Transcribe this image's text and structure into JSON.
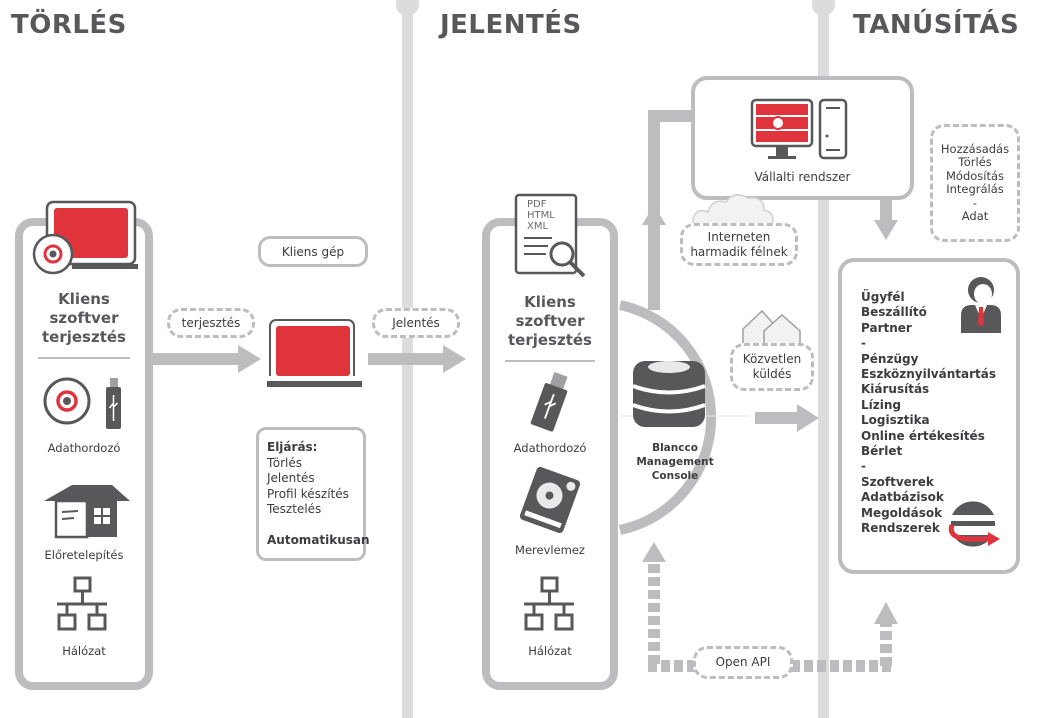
{
  "sections": {
    "torles": {
      "title": "TÖRLÉS"
    },
    "jelentes": {
      "title": "JELENTÉS"
    },
    "tanusitas": {
      "title": "TANÚSÍTÁS"
    }
  },
  "left_panel": {
    "title_lines": [
      "Kliens",
      "szoftver",
      "terjesztés"
    ],
    "items": [
      {
        "label": "Adathordozó",
        "icon": "disc-usb-icon"
      },
      {
        "label": "Előretelepítés",
        "icon": "box-windows-icon"
      },
      {
        "label": "Hálózat",
        "icon": "network-icon"
      }
    ]
  },
  "client_machine": {
    "label": "Kliens gép"
  },
  "flow_labels": {
    "distribution": "terjesztés",
    "reporting": "Jelentés",
    "open_api": "Open API",
    "direct_send": [
      "Közvetlen",
      "küldés"
    ],
    "third_party": [
      "Interneten",
      "harmadik félnek"
    ]
  },
  "procedure_box": {
    "heading": "Eljárás:",
    "items": [
      "Törlés",
      "Jelentés",
      "Profil készítés",
      "Tesztelés"
    ],
    "footer": "Automatikusan"
  },
  "middle_panel": {
    "doc_formats": [
      "PDF",
      "HTML",
      "XML"
    ],
    "title_lines": [
      "Kliens",
      "szoftver",
      "terjesztés"
    ],
    "items": [
      {
        "label": "Adathordozó",
        "icon": "usb-drive-icon"
      },
      {
        "label": "Merevlemez",
        "icon": "hard-disk-icon"
      },
      {
        "label": "Hálózat",
        "icon": "network-icon"
      }
    ]
  },
  "console": {
    "lines": [
      "Blancco",
      "Management",
      "Console"
    ]
  },
  "enterprise": {
    "label": "Vállalti rendszer"
  },
  "data_ops": {
    "lines": [
      "Hozzásadás",
      "Törlés",
      "Módosítás",
      "Integrálás",
      "-",
      "Adat"
    ]
  },
  "right_panel": {
    "lines": [
      "Ügyfél",
      "Beszállító",
      "Partner",
      "-",
      "Pénzügy",
      "Eszköznyilvántartás",
      "Kiárusítás",
      "Lízing",
      "Logisztika",
      "Online értékesítés",
      "Bérlet",
      "-",
      "Szoftverek",
      "Adatbázisok",
      "Megoldások",
      "Rendszerek"
    ]
  },
  "colors": {
    "accent_red": "#e0343d",
    "dark_gray": "#58585b",
    "frame_gray": "#bdbdc0"
  }
}
